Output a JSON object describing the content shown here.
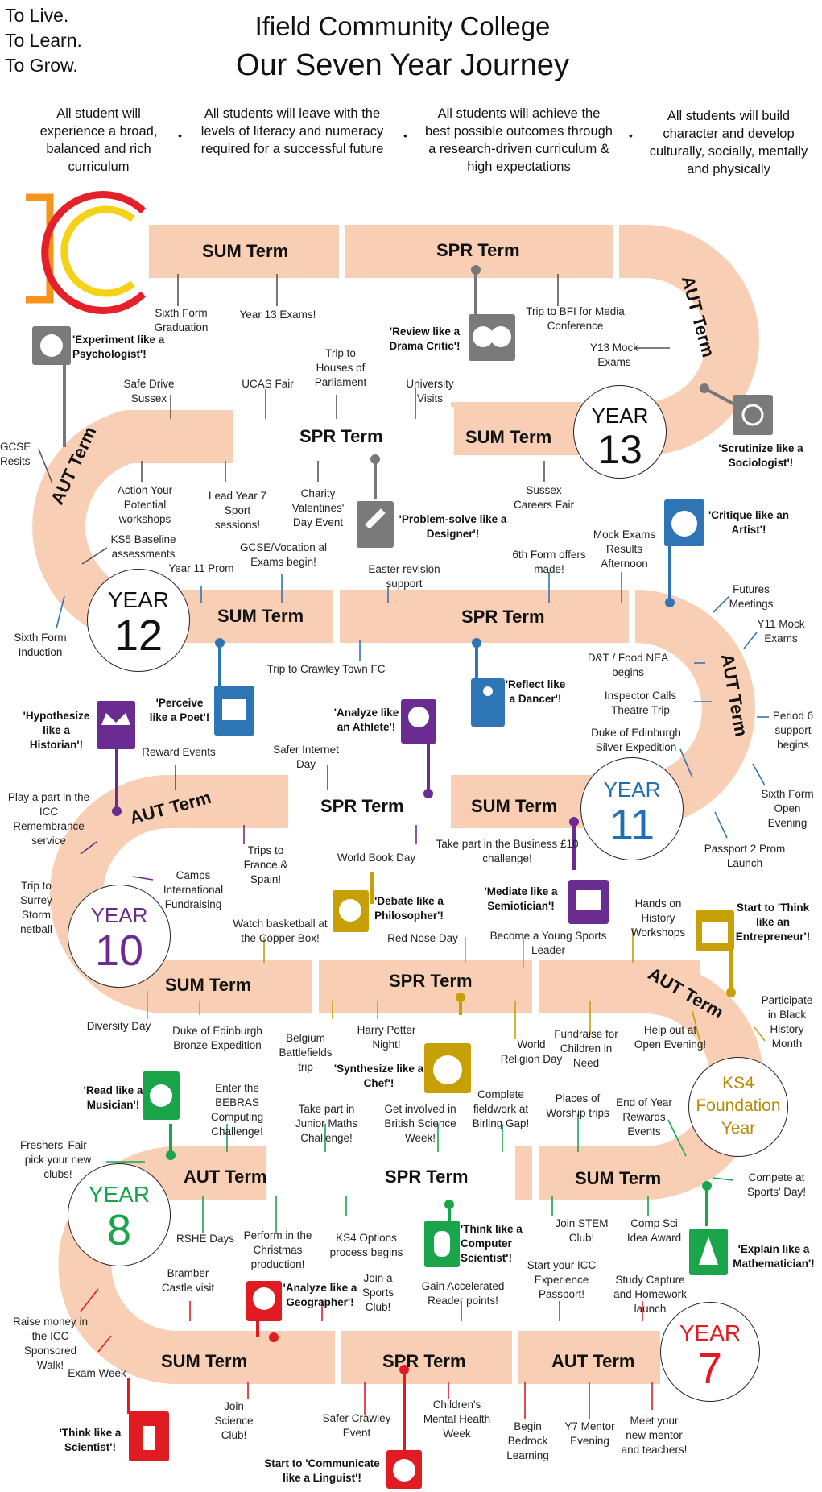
{
  "header": {
    "motto": [
      "To Live.",
      "To Learn.",
      "To Grow."
    ],
    "title": "Ifield Community College",
    "subtitle": "Our Seven Year Journey"
  },
  "aims": [
    "All student will experience a broad, balanced and rich curriculum",
    "All students will leave with the levels of literacy and numeracy required for a successful future",
    "All students will achieve the best possible outcomes through a research-driven curriculum & high expectations",
    "All students will build character and develop culturally, socially, mentally and physically"
  ],
  "logo": {
    "name": "IC logo",
    "colors": [
      "#f7941d",
      "#e4202a",
      "#f5d117"
    ]
  },
  "colors": {
    "road": "#f8cfb4",
    "year13": "#111111",
    "year12": "#111111",
    "year11": "#1e6fb5",
    "year10": "#6b2c91",
    "ks4": "#b88a00",
    "year8": "#1aa54b",
    "year7": "#e11b22",
    "stem13": "#777777",
    "stem12": "#2e75b6",
    "stem10": "#6b2c91",
    "stemks4": "#c7a008",
    "stem8": "#1aa54b",
    "stem7": "#e11b22"
  },
  "terms": {
    "sum": "SUM Term",
    "spr": "SPR Term",
    "aut": "AUT Term"
  },
  "years": {
    "y13": {
      "word": "YEAR",
      "num": "13"
    },
    "y12": {
      "word": "YEAR",
      "num": "12"
    },
    "y11": {
      "word": "YEAR",
      "num": "11"
    },
    "y10": {
      "word": "YEAR",
      "num": "10"
    },
    "ks4": {
      "l1": "KS4",
      "l2": "Foundation",
      "l3": "Year"
    },
    "y8": {
      "word": "YEAR",
      "num": "8"
    },
    "y7": {
      "word": "YEAR",
      "num": "7"
    }
  },
  "labels": {
    "sixth_form_graduation": "Sixth Form Graduation",
    "y13_exams": "Year 13 Exams!",
    "trip_bfi": "Trip to BFI for Media Conference",
    "y13_mock": "Y13 Mock Exams",
    "safe_drive": "Safe Drive Sussex",
    "ucas_fair": "UCAS Fair",
    "houses_parliament": "Trip to Houses of Parliament",
    "uni_visits": "University Visits",
    "gcse_resits": "GCSE Resits",
    "action_potential": "Action Your Potential workshops",
    "lead_y7_sport": "Lead Year 7 Sport sessions!",
    "charity_valentines": "Charity Valentines' Day Event",
    "sussex_careers": "Sussex Careers Fair",
    "ks5_baseline": "KS5 Baseline assessments",
    "y11_prom": "Year 11 Prom",
    "gcse_exams": "GCSE/Vocation al Exams begin!",
    "easter_revision": "Easter revision support",
    "sixth_offers": "6th Form offers made!",
    "mock_results": "Mock Exams Results Afternoon",
    "sixth_induction": "Sixth Form Induction",
    "crawley_town": "Trip to Crawley Town FC",
    "futures": "Futures Meetings",
    "y11_mock": "Y11 Mock Exams",
    "dt_food": "D&T / Food NEA begins",
    "inspector_calls": "Inspector Calls Theatre Trip",
    "period6": "Period 6 support begins",
    "dofe_silver": "Duke of Edinburgh Silver Expedition",
    "sixth_open": "Sixth Form Open Evening",
    "passport2": "Passport 2 Prom Launch",
    "reward_events": "Reward Events",
    "safer_internet": "Safer Internet Day",
    "remembrance": "Play a part in the ICC Remembrance service",
    "trips_france": "Trips to France & Spain!",
    "world_book": "World Book Day",
    "business_10": "Take part in the Business £10 challenge!",
    "surrey_storm": "Trip to Surrey Storm netball",
    "camps_intl": "Camps International Fundraising",
    "basketball": "Watch basketball at the Copper Box!",
    "red_nose": "Red Nose Day",
    "young_sports": "Become a Young Sports Leader",
    "hands_history": "Hands on History Workshops",
    "black_history": "Participate in Black History Month",
    "diversity_day": "Diversity Day",
    "dofe_bronze": "Duke of Edinburgh Bronze Expedition",
    "belgium": "Belgium Battlefields trip",
    "harry_potter": "Harry Potter Night!",
    "world_religion": "World Religion Day",
    "fundraise_children": "Fundraise for Children in Need",
    "open_evening": "Help out at Open Evening!",
    "bebras": "Enter the BEBRAS Computing Challenge!",
    "junior_maths": "Take part in Junior Maths Challenge!",
    "british_science": "Get involved in British Science Week!",
    "birling_gap": "Complete fieldwork at Birling Gap!",
    "worship_trips": "Places of Worship trips",
    "rewards_events": "End of Year Rewards Events",
    "freshers_fair": "Freshers' Fair – pick your new clubs!",
    "compete_sports": "Compete at Sports' Day!",
    "rshe": "RSHE Days",
    "christmas_prod": "Perform in the Christmas production!",
    "ks4_options": "KS4 Options process begins",
    "stem_club": "Join STEM Club!",
    "comp_sci": "Comp Sci Idea Award",
    "bramber": "Bramber Castle visit",
    "sports_club": "Join a Sports Club!",
    "accel_reader": "Gain Accelerated Reader points!",
    "icc_passport": "Start your ICC Experience Passport!",
    "study_capture": "Study Capture and Homework launch",
    "sponsored_walk": "Raise money in the ICC Sponsored Walk!",
    "exam_week": "Exam Week",
    "science_club": "Join Science Club!",
    "safer_crawley": "Safer Crawley Event",
    "mental_health": "Children's Mental Health Week",
    "bedrock": "Begin Bedrock Learning",
    "y7_mentor": "Y7 Mentor Evening",
    "meet_mentor": "Meet your new mentor and teachers!"
  },
  "slogans": {
    "psychologist": "'Experiment like a Psychologist'!",
    "drama": "'Review like a Drama Critic'!",
    "sociologist": "'Scrutinize like a Sociologist'!",
    "designer": "'Problem-solve like a Designer'!",
    "artist": "'Critique like an Artist'!",
    "poet": "'Perceive like a Poet'!",
    "dancer": "'Reflect like a Dancer'!",
    "historian": "'Hypothesize like a Historian'!",
    "athlete": "'Analyze like an Athlete'!",
    "semiotician": "'Mediate like a Semiotician'!",
    "philosopher": "'Debate like a Philosopher'!",
    "entrepreneur": "Start to 'Think like an Entrepreneur'!",
    "chef": "'Synthesize like a Chef'!",
    "musician": "'Read like a Musician'!",
    "computer_scientist": "'Think like a Computer Scientist'!",
    "mathematician": "'Explain like a Mathematician'!",
    "geographer": "'Analyze like a Geographer'!",
    "scientist": "'Think like a Scientist'!",
    "linguist": "Start to 'Communicate like a Linguist'!"
  }
}
